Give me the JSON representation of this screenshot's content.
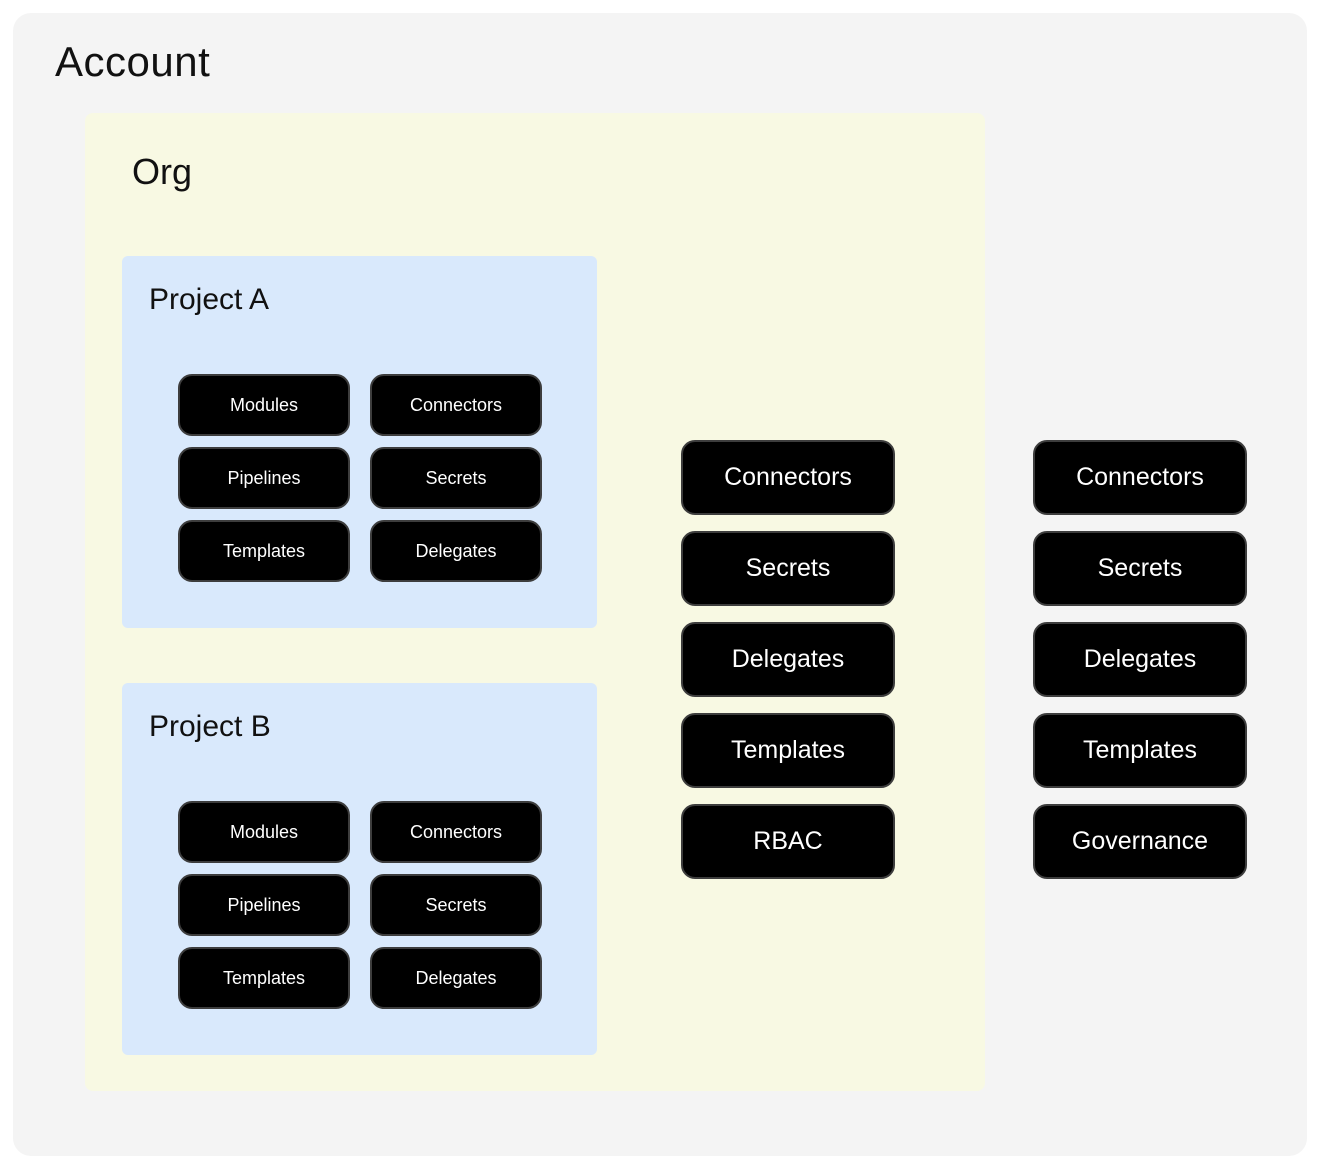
{
  "account": {
    "title": "Account",
    "buttons": [
      "Connectors",
      "Secrets",
      "Delegates",
      "Templates",
      "Governance"
    ]
  },
  "org": {
    "title": "Org",
    "buttons": [
      "Connectors",
      "Secrets",
      "Delegates",
      "Templates",
      "RBAC"
    ],
    "projects": [
      {
        "title": "Project A",
        "buttons": [
          "Modules",
          "Connectors",
          "Pipelines",
          "Secrets",
          "Templates",
          "Delegates"
        ]
      },
      {
        "title": "Project B",
        "buttons": [
          "Modules",
          "Connectors",
          "Pipelines",
          "Secrets",
          "Templates",
          "Delegates"
        ]
      }
    ]
  },
  "colors": {
    "account_bg": "#f4f4f4",
    "org_bg": "#f8f9e3",
    "project_bg": "#d9e9fc",
    "button_bg": "#000000",
    "button_border": "#3d3d3d",
    "button_text": "#ffffff"
  }
}
